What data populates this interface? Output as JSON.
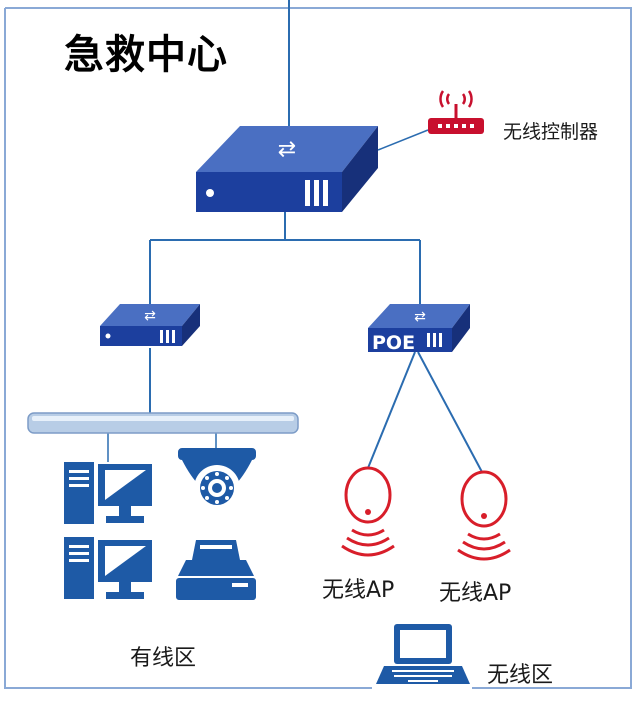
{
  "diagram": {
    "title": "急救中心",
    "wireless_controller_label": "无线控制器",
    "wired_zone_label": "有线区",
    "wireless_zone_label": "无线区",
    "ap_labels": [
      "无线AP",
      "无线AP"
    ],
    "poe_label": "POE",
    "switch_arrows": "⇄",
    "colors": {
      "border": "#8aa9d6",
      "link": "#2b6cb0",
      "device_top": "#4a6fc2",
      "device_front": "#1c3f9e",
      "device_side": "#17307a",
      "controller": "#c8102e",
      "ap": "#d81e2a",
      "endpoint": "#1e5aa6",
      "bus": "#b8cde6"
    },
    "icons": [
      "core-switch-icon",
      "wireless-controller-icon",
      "access-switch-icon",
      "poe-switch-icon",
      "server-tower-icon",
      "monitor-icon",
      "dome-camera-icon",
      "printer-icon",
      "access-point-icon",
      "laptop-icon"
    ]
  }
}
